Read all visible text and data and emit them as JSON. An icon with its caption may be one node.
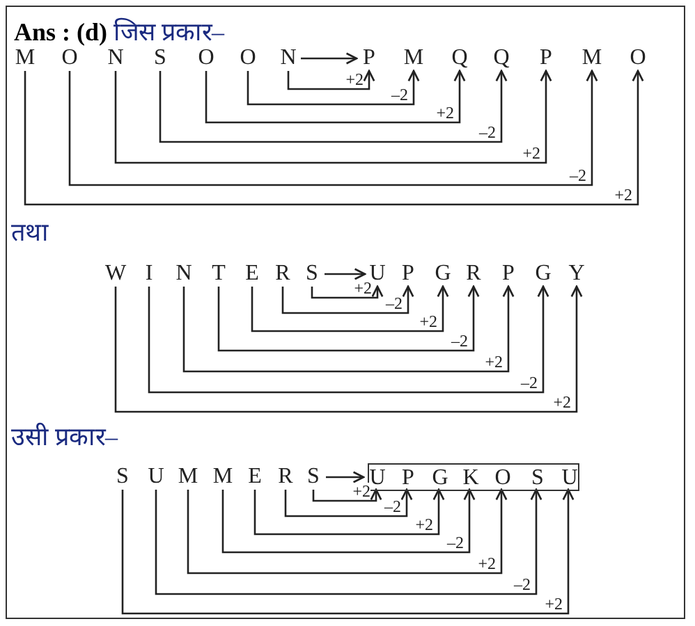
{
  "diagram": {
    "nodes": [
      {
        "text": [
          "M"
        ]
      },
      {
        "text": [
          "O"
        ]
      },
      {
        "text": [
          "N"
        ]
      },
      {
        "text": [
          "S"
        ]
      },
      {
        "text": [
          "O"
        ]
      },
      {
        "text": [
          "O"
        ]
      },
      {
        "text": [
          "N"
        ]
      },
      {
        "text": [
          "P"
        ]
      },
      {
        "text": [
          "M"
        ]
      },
      {
        "text": [
          "Q"
        ]
      },
      {
        "text": [
          "Q"
        ]
      },
      {
        "text": [
          "P"
        ]
      },
      {
        "text": [
          "M"
        ]
      },
      {
        "text": [
          "O"
        ]
      },
      {
        "text": [
          "W"
        ]
      },
      {
        "text": [
          "I"
        ]
      },
      {
        "text": [
          "N"
        ]
      },
      {
        "text": [
          "T"
        ]
      },
      {
        "text": [
          "E"
        ]
      },
      {
        "text": [
          "R"
        ]
      },
      {
        "text": [
          "S"
        ]
      },
      {
        "text": [
          "U"
        ]
      },
      {
        "text": [
          "P"
        ]
      },
      {
        "text": [
          "G"
        ]
      },
      {
        "text": [
          "R"
        ]
      },
      {
        "text": [
          "P"
        ]
      },
      {
        "text": [
          "G"
        ]
      },
      {
        "text": [
          "Y"
        ]
      },
      {
        "text": [
          "S"
        ]
      },
      {
        "text": [
          "U"
        ]
      },
      {
        "text": [
          "M"
        ]
      },
      {
        "text": [
          "M"
        ]
      },
      {
        "text": [
          "E"
        ]
      },
      {
        "text": [
          "R"
        ]
      },
      {
        "text": [
          "S"
        ]
      },
      {
        "text": [],
        "shape": "box"
      },
      {
        "text": [
          "U"
        ],
        "in": 35
      },
      {
        "text": [
          "P"
        ],
        "in": 35
      },
      {
        "text": [
          "G"
        ],
        "in": 35
      },
      {
        "text": [
          "K"
        ],
        "in": 35
      },
      {
        "text": [
          "O"
        ],
        "in": 35
      },
      {
        "text": [
          "S"
        ],
        "in": 35
      },
      {
        "text": [
          "U"
        ],
        "in": 35
      }
    ],
    "edges": [
      {
        "from": 6,
        "to": 7,
        "arrow": "to"
      },
      {
        "from": 6,
        "to": 7,
        "arrow": "to",
        "label": "+2"
      },
      {
        "from": 5,
        "to": 8,
        "arrow": "to",
        "label": "–2"
      },
      {
        "from": 4,
        "to": 9,
        "arrow": "to",
        "label": "+2"
      },
      {
        "from": 3,
        "to": 10,
        "arrow": "to",
        "label": "–2"
      },
      {
        "from": 2,
        "to": 11,
        "arrow": "to",
        "label": "+2"
      },
      {
        "from": 1,
        "to": 12,
        "arrow": "to",
        "label": "–2"
      },
      {
        "from": 0,
        "to": 13,
        "arrow": "to",
        "label": "+2"
      },
      {
        "from": 20,
        "to": 21,
        "arrow": "to"
      },
      {
        "from": 20,
        "to": 21,
        "arrow": "to",
        "label": "+2"
      },
      {
        "from": 19,
        "to": 22,
        "arrow": "to",
        "label": "–2"
      },
      {
        "from": 18,
        "to": 23,
        "arrow": "to",
        "label": "+2"
      },
      {
        "from": 17,
        "to": 24,
        "arrow": "to",
        "label": "–2"
      },
      {
        "from": 16,
        "to": 25,
        "arrow": "to",
        "label": "+2"
      },
      {
        "from": 15,
        "to": 26,
        "arrow": "to",
        "label": "–2"
      },
      {
        "from": 14,
        "to": 27,
        "arrow": "to",
        "label": "+2"
      },
      {
        "from": 34,
        "to": 36,
        "arrow": "to"
      },
      {
        "from": 34,
        "to": 36,
        "arrow": "to",
        "label": "+2"
      },
      {
        "from": 33,
        "to": 37,
        "arrow": "to",
        "label": "–2"
      },
      {
        "from": 32,
        "to": 38,
        "arrow": "to",
        "label": "+2"
      },
      {
        "from": 31,
        "to": 39,
        "arrow": "to",
        "label": "–2"
      },
      {
        "from": 30,
        "to": 40,
        "arrow": "to",
        "label": "+2"
      },
      {
        "from": 29,
        "to": 41,
        "arrow": "to",
        "label": "–2"
      },
      {
        "from": 28,
        "to": 42,
        "arrow": "to",
        "label": "+2"
      }
    ],
    "labels": [
      "**Ans : (d)** जिस प्रकार–",
      "तथा",
      "उसी प्रकार–"
    ]
  }
}
